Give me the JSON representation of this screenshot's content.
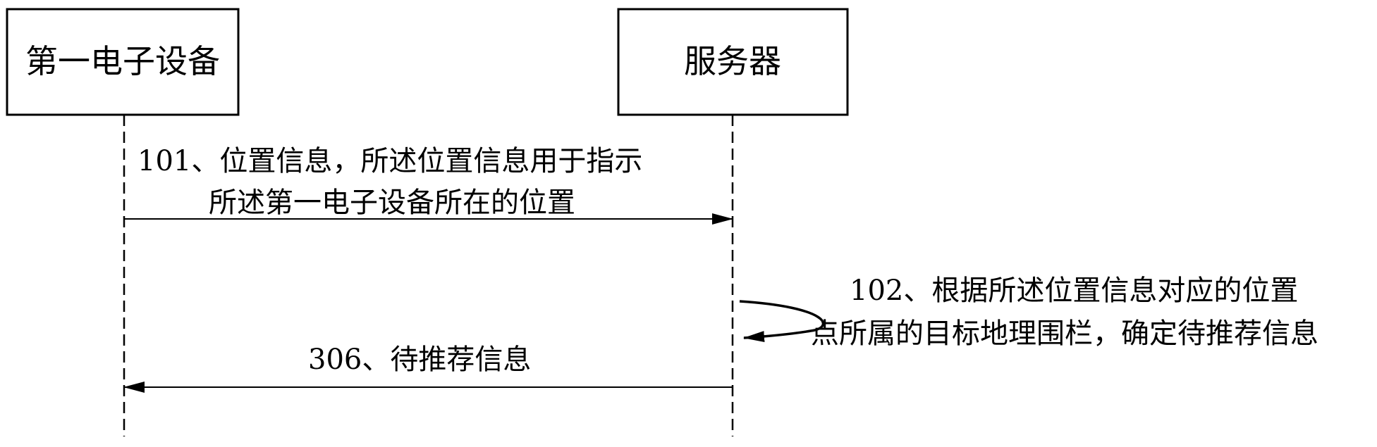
{
  "participants": {
    "client": {
      "label": "第一电子设备"
    },
    "server": {
      "label": "服务器"
    }
  },
  "messages": [
    {
      "step": "101",
      "lines": [
        "101、位置信息，所述位置信息用于指示",
        "所述第一电子设备所在的位置"
      ],
      "from": "client",
      "to": "server"
    },
    {
      "step": "102",
      "lines": [
        "102、根据所述位置信息对应的位置",
        "点所属的目标地理围栏，确定待推荐信息"
      ],
      "from": "server",
      "to": "server"
    },
    {
      "step": "306",
      "lines": [
        "306、待推荐信息"
      ],
      "from": "server",
      "to": "client"
    }
  ],
  "colors": {
    "stroke": "#000000",
    "background": "#ffffff"
  }
}
